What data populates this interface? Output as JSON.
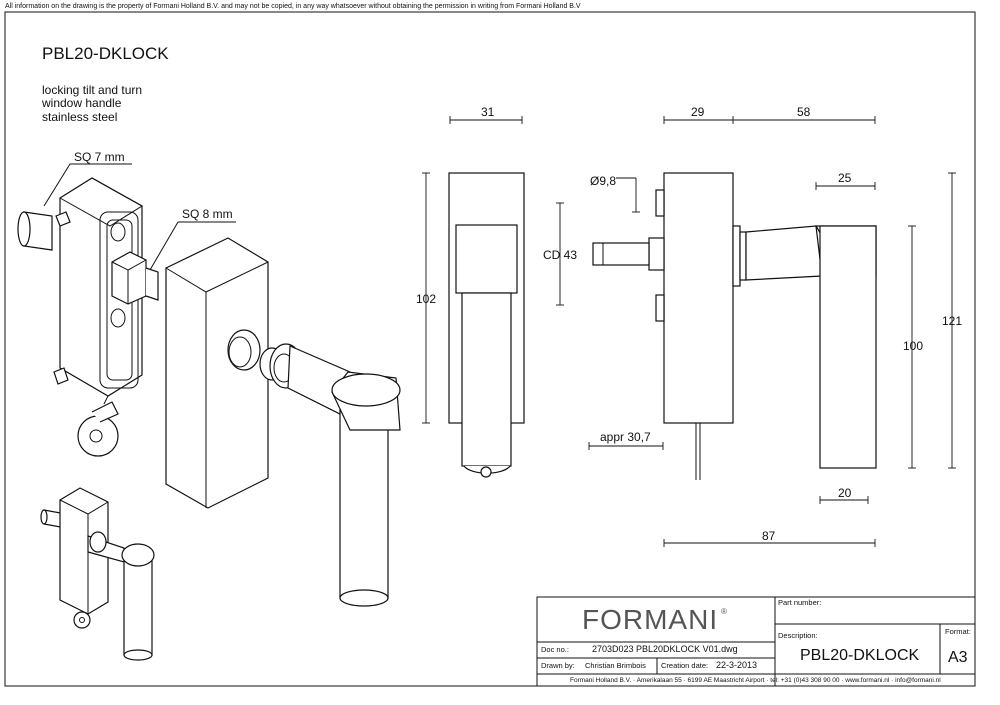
{
  "notice": "All information on the drawing is the property of Formani Holland B.V. and may not be copied, in any way whatsoever without obtaining the permission in writing from Formani Holland B.V",
  "product_code": "PBL20-DKLOCK",
  "description_lines": [
    "locking tilt and turn",
    "window handle",
    "stainless steel"
  ],
  "callouts": {
    "sq7": "SQ 7 mm",
    "sq8": "SQ 8 mm"
  },
  "dimensions": {
    "d31": "31",
    "d29": "29",
    "d58": "58",
    "d25": "25",
    "d102": "102",
    "d121": "121",
    "d100": "100",
    "d20": "20",
    "d87": "87",
    "cd43": "CD 43",
    "phi98": "Ø9,8",
    "appr": "appr 30,7"
  },
  "title_block": {
    "logo": "FORMANI",
    "logo_mark": "®",
    "part_number_label": "Part number:",
    "description_label": "Description:",
    "format_label": "Format:",
    "description_value": "PBL20-DKLOCK",
    "format_value": "A3",
    "doc_no_label": "Doc no.:",
    "doc_no_value": "2703D023 PBL20DKLOCK V01.dwg",
    "drawn_by_label": "Drawn by:",
    "drawn_by_value": "Christian Brimbois",
    "creation_date_label": "Creation date:",
    "creation_date_value": "22-3-2013",
    "footer": "Formani Holland B.V. · Amerikalaan 55 · 6199 AE Maastricht Airport · tel: +31 (0)43 308 90 00 · www.formani.nl · info@formani.nl"
  }
}
